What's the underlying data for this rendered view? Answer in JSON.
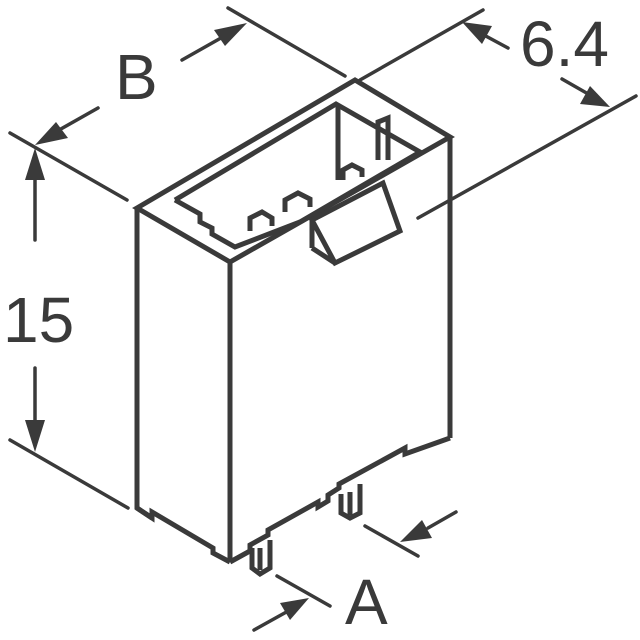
{
  "diagram": {
    "type": "isometric connector housing dimension drawing",
    "line_color": "#3a3a3a",
    "background": "#ffffff",
    "dimensions": {
      "width_label": "B",
      "depth_value": "6.4",
      "height_value": "15",
      "pitch_label": "A"
    }
  }
}
